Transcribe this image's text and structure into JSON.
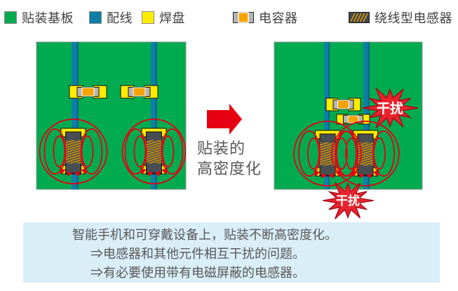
{
  "legend": {
    "items": [
      {
        "name": "board",
        "label": "贴装基板",
        "color": "#00ab4f"
      },
      {
        "name": "trace",
        "label": "配线",
        "color": "#0d7fa6"
      },
      {
        "name": "pad",
        "label": "焊盘",
        "color": "#ffec00"
      },
      {
        "name": "capacitor",
        "label": "电容器",
        "body_color": "#f6a300",
        "terminal_color": "#b4b4b5"
      },
      {
        "name": "inductor",
        "label": "绕线型电感器",
        "body_color": "#474e54",
        "coil_color": "#dd9900"
      }
    ]
  },
  "diagram": {
    "arrow_caption": {
      "line1": "贴装的",
      "line2": "高密度化"
    },
    "interference": {
      "top_label": "干扰",
      "bottom_label": "干扰"
    },
    "colors": {
      "board": "#00ab4f",
      "trace": "#0d7fa6",
      "trace_edge": "#0a6585",
      "pad": "#ffec00",
      "capacitor_body": "#f6a300",
      "capacitor_terminal": "#b4b4b5",
      "inductor_body": "#474e54",
      "coil": "#dd9900",
      "field_line": "#e60012",
      "arrow": "#e60012",
      "starburst": "#e8232e",
      "note_background": "#d9eef7"
    }
  },
  "note": {
    "lines": [
      "智能手机和可穿戴设备上，贴装不断高密度化。",
      "⇒电感器和其他元件相互干扰的问题。",
      "⇒有必要使用带有电磁屏蔽的电感器。"
    ]
  }
}
